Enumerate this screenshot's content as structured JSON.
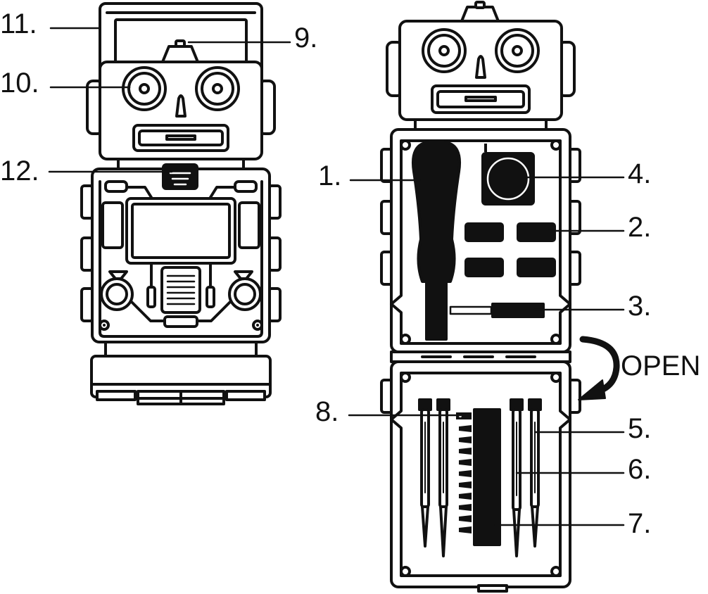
{
  "colors": {
    "line": "#111111",
    "fill": "#ffffff"
  },
  "callouts": {
    "c1": "1.",
    "c2": "2.",
    "c3": "3.",
    "c4": "4.",
    "c5": "5.",
    "c6": "6.",
    "c7": "7.",
    "c8": "8.",
    "c9": "9.",
    "c10": "10.",
    "c11": "11.",
    "c12": "12."
  },
  "open_label": "OPEN"
}
